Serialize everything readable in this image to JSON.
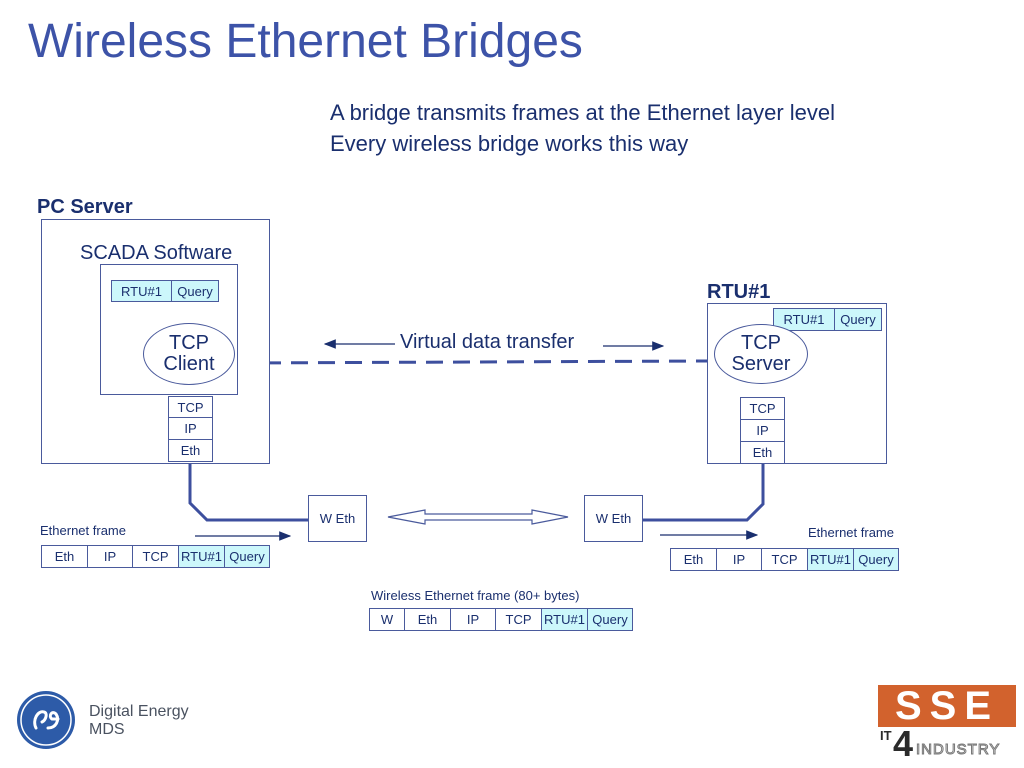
{
  "title": "Wireless Ethernet Bridges",
  "intro": [
    "A bridge transmits frames at the Ethernet layer level",
    "Every wireless bridge works this way"
  ],
  "pc_server": {
    "label": "PC Server",
    "software_label": "SCADA Software",
    "payload": [
      "RTU#1",
      "Query"
    ],
    "tcp_client": [
      "TCP",
      "Client"
    ],
    "stack": [
      "TCP",
      "IP",
      "Eth"
    ]
  },
  "rtu": {
    "label": "RTU#1",
    "payload": [
      "RTU#1",
      "Query"
    ],
    "tcp_server": [
      "TCP",
      "Server"
    ],
    "stack": [
      "TCP",
      "IP",
      "Eth"
    ]
  },
  "virtual_transfer": "Virtual data transfer",
  "bridges": {
    "left": "W Eth",
    "right": "W Eth"
  },
  "frames": {
    "left_label": "Ethernet frame",
    "left_cells": [
      "Eth",
      "IP",
      "TCP",
      "RTU#1",
      "Query"
    ],
    "right_label": "Ethernet frame",
    "right_cells": [
      "Eth",
      "IP",
      "TCP",
      "RTU#1",
      "Query"
    ],
    "wireless_label": "Wireless Ethernet frame (80+ bytes)",
    "wireless_cells": [
      "W",
      "Eth",
      "IP",
      "TCP",
      "RTU#1",
      "Query"
    ]
  },
  "logos": {
    "ge_text": [
      "Digital Energy",
      "MDS"
    ],
    "sse_text": [
      "SSE",
      "IT",
      "4",
      "INDUSTRY"
    ]
  },
  "colors": {
    "title": "#3d53a8",
    "line": "#3d4f9e",
    "payload_fill": "#ccf7fb",
    "sse_orange": "#d2622d"
  }
}
